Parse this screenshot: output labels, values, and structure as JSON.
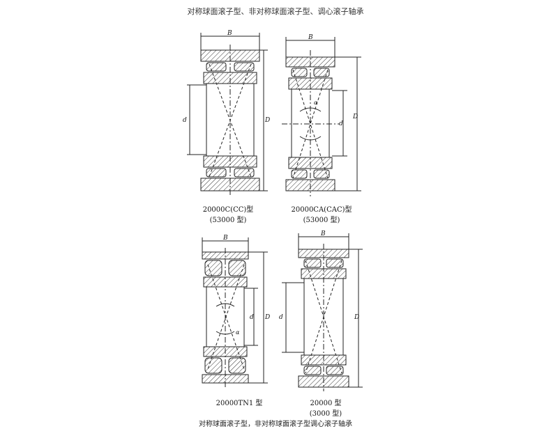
{
  "page": {
    "title": "对称球面滚子型、非对称球面滚子型、调心滚子轴承",
    "caption": "对称球面滚子型，非对称球面滚子型调心滚子轴承"
  },
  "figures": [
    {
      "model": "20000C(CC)型",
      "series": "(53000 型)",
      "dims": {
        "width": "B",
        "outer": "D",
        "inner": "d"
      }
    },
    {
      "model": "20000CA(CAC)型",
      "series": "(53000 型)",
      "dims": {
        "width": "B",
        "outer": "D",
        "inner": "d",
        "angle": "α"
      }
    },
    {
      "model": "20000TN1 型",
      "dims": {
        "width": "B",
        "outer": "D",
        "inner": "d",
        "angle": "α"
      }
    },
    {
      "model": "20000 型",
      "series": "(3000 型)",
      "dims": {
        "width": "B",
        "outer": "D",
        "inner": "d"
      }
    }
  ]
}
